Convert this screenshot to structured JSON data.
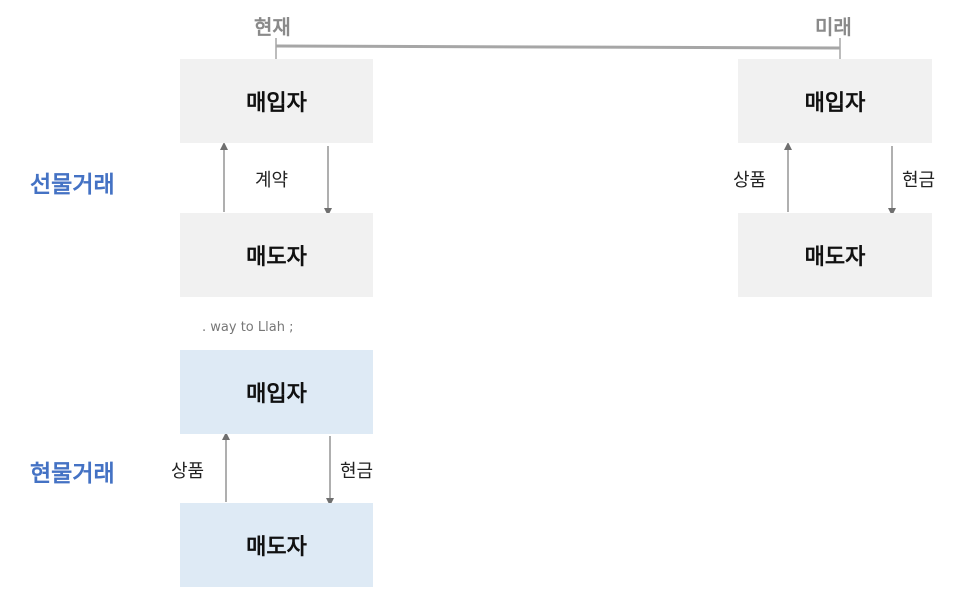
{
  "timeline": {
    "now_label": "현재",
    "future_label": "미래"
  },
  "futures": {
    "section_label": "선물거래",
    "now_buyer": "매입자",
    "now_seller": "매도자",
    "contract_label": "계약",
    "future_buyer": "매입자",
    "future_seller": "매도자",
    "goods_label": "상품",
    "cash_label": "현금"
  },
  "stray_text": ". way to Llah ;",
  "spot": {
    "section_label": "현물거래",
    "buyer": "매입자",
    "seller": "매도자",
    "goods_label": "상품",
    "cash_label": "현금"
  },
  "colors": {
    "section_text": "#4472c4",
    "futures_box": "#f1f1f1",
    "spot_box": "#deeaf5",
    "timeline": "#a6a6a6"
  }
}
